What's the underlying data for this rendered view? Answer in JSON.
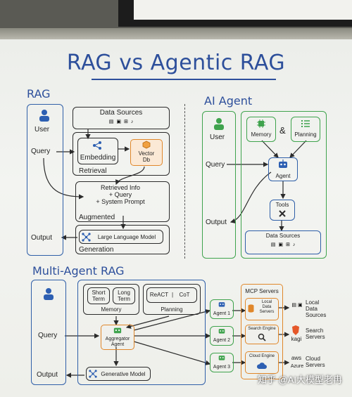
{
  "title": "RAG vs Agentic RAG",
  "rag": {
    "heading": "RAG",
    "user": "User",
    "query": "Query",
    "output": "Output",
    "data_sources": "Data Sources",
    "embedding": "Embedding",
    "vector_db": "Vector\nDb",
    "retrieval": "Retrieval",
    "retrieved_info": "Retrieved Info\n+ Query\n+ System Prompt",
    "augmented": "Augmented",
    "llm": "Large Language Model",
    "generation": "Generation"
  },
  "agent": {
    "heading": "AI Agent",
    "user": "User",
    "query": "Query",
    "output": "Output",
    "memory": "Memory",
    "and": "&",
    "planning": "Planning",
    "agent": "Agent",
    "tools": "Tools",
    "data_sources": "Data Sources"
  },
  "multi": {
    "heading": "Multi-Agent RAG",
    "query": "Query",
    "output": "Output",
    "short_term": "Short\nTerm",
    "long_term": "Long\nTerm",
    "memory": "Memory",
    "react": "ReACT",
    "cot": "CoT",
    "planning": "Planning",
    "aggregator": "Aggregator\nAgent",
    "generative_model": "Generative Model",
    "agent1": "Agent 1",
    "agent2": "Agent 2",
    "agent3": "Agent 3",
    "mcp_servers": "MCP Servers",
    "local_data_servers": "Local\nData\nServers",
    "search_engine": "Search Engine",
    "cloud_engine": "Cloud Engine",
    "right_local": "Local\nData\nSources",
    "right_search": "Search\nServers",
    "right_cloud": "Cloud\nServers",
    "kagi": "kagi",
    "aws": "aws",
    "azure": "Azure"
  },
  "watermark": "知乎 @AI大模型老冉",
  "colors": {
    "blue": "#2d4f9b",
    "green": "#3fa34d",
    "orange": "#e0872a",
    "ink": "#1f1f1f"
  }
}
